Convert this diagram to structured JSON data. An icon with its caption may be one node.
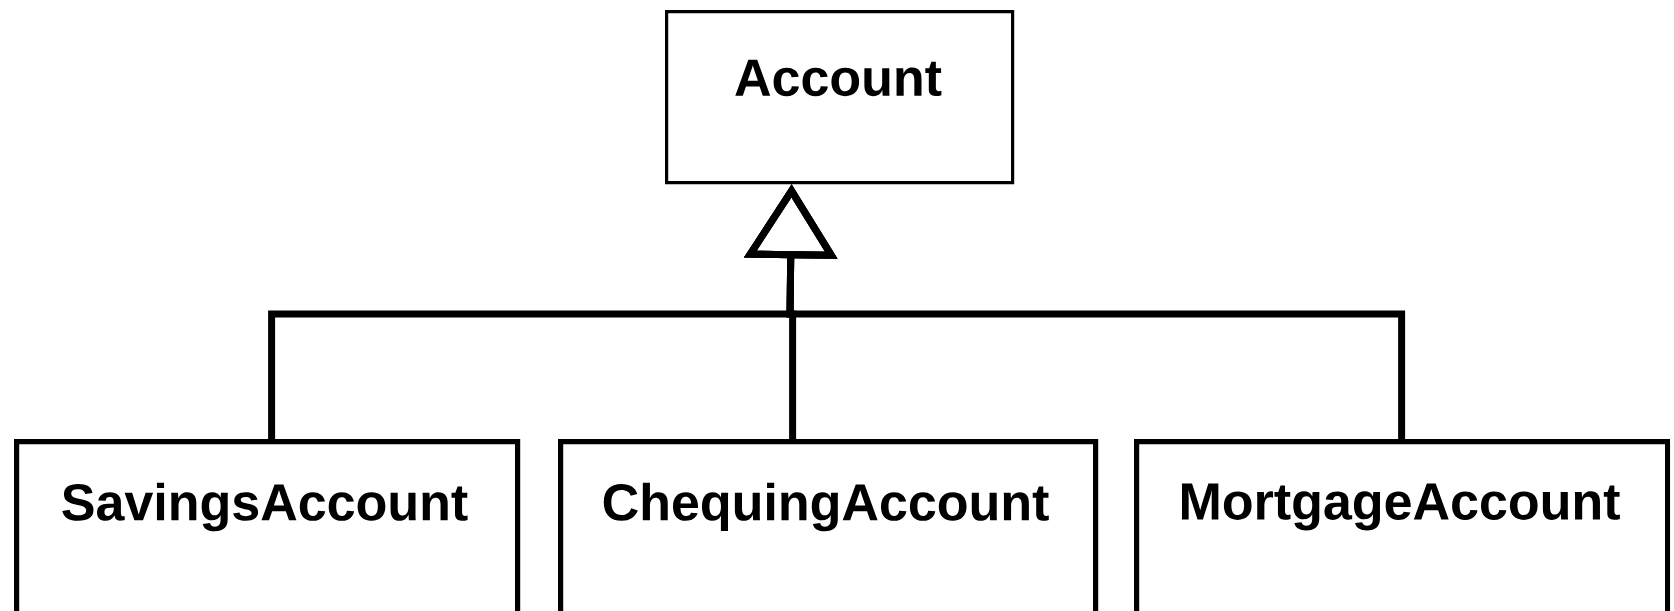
{
  "diagram": {
    "nodes": [
      {
        "text": [
          "Account"
        ]
      },
      {
        "text": [
          "SavingsAccount"
        ]
      },
      {
        "text": [
          "ChequingAccount"
        ]
      },
      {
        "text": [
          "MortgageAccount"
        ]
      }
    ],
    "edges": [
      {
        "from": 1,
        "to": 0,
        "arrow": "to"
      },
      {
        "from": 2,
        "to": 0,
        "arrow": "to"
      },
      {
        "from": 3,
        "to": 0,
        "arrow": "to"
      }
    ]
  }
}
